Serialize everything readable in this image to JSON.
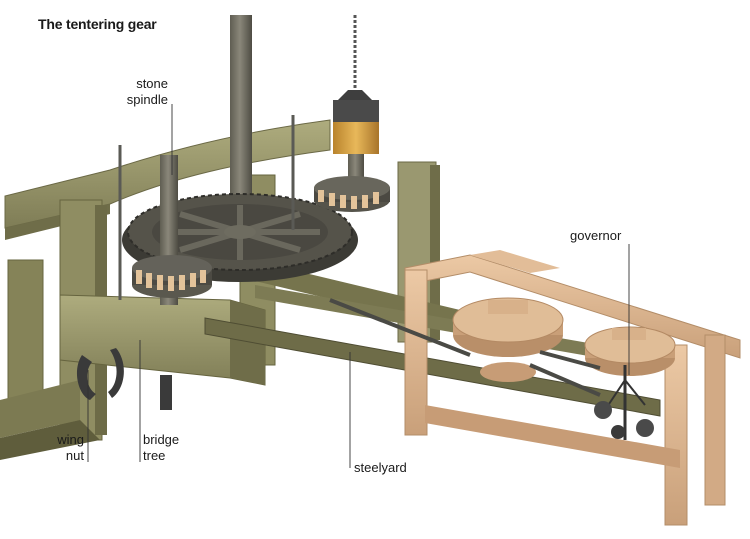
{
  "title": "The tentering gear",
  "labels": {
    "stone_spindle": [
      "stone",
      "spindle"
    ],
    "governor": "governor",
    "wing_nut": [
      "wing",
      "nut"
    ],
    "bridge_tree": [
      "bridge",
      "tree"
    ],
    "steelyard": "steelyard"
  },
  "colors": {
    "timber": "#9c9a6c",
    "timber_dark": "#6f6d49",
    "gear": "#55534a",
    "gear_dark": "#3c3b35",
    "light_wood": "#dcb48e",
    "light_wood_dark": "#b98f69",
    "brass": "#d7a447",
    "iron": "#3e3e3e",
    "cog": "#e3c39a"
  }
}
